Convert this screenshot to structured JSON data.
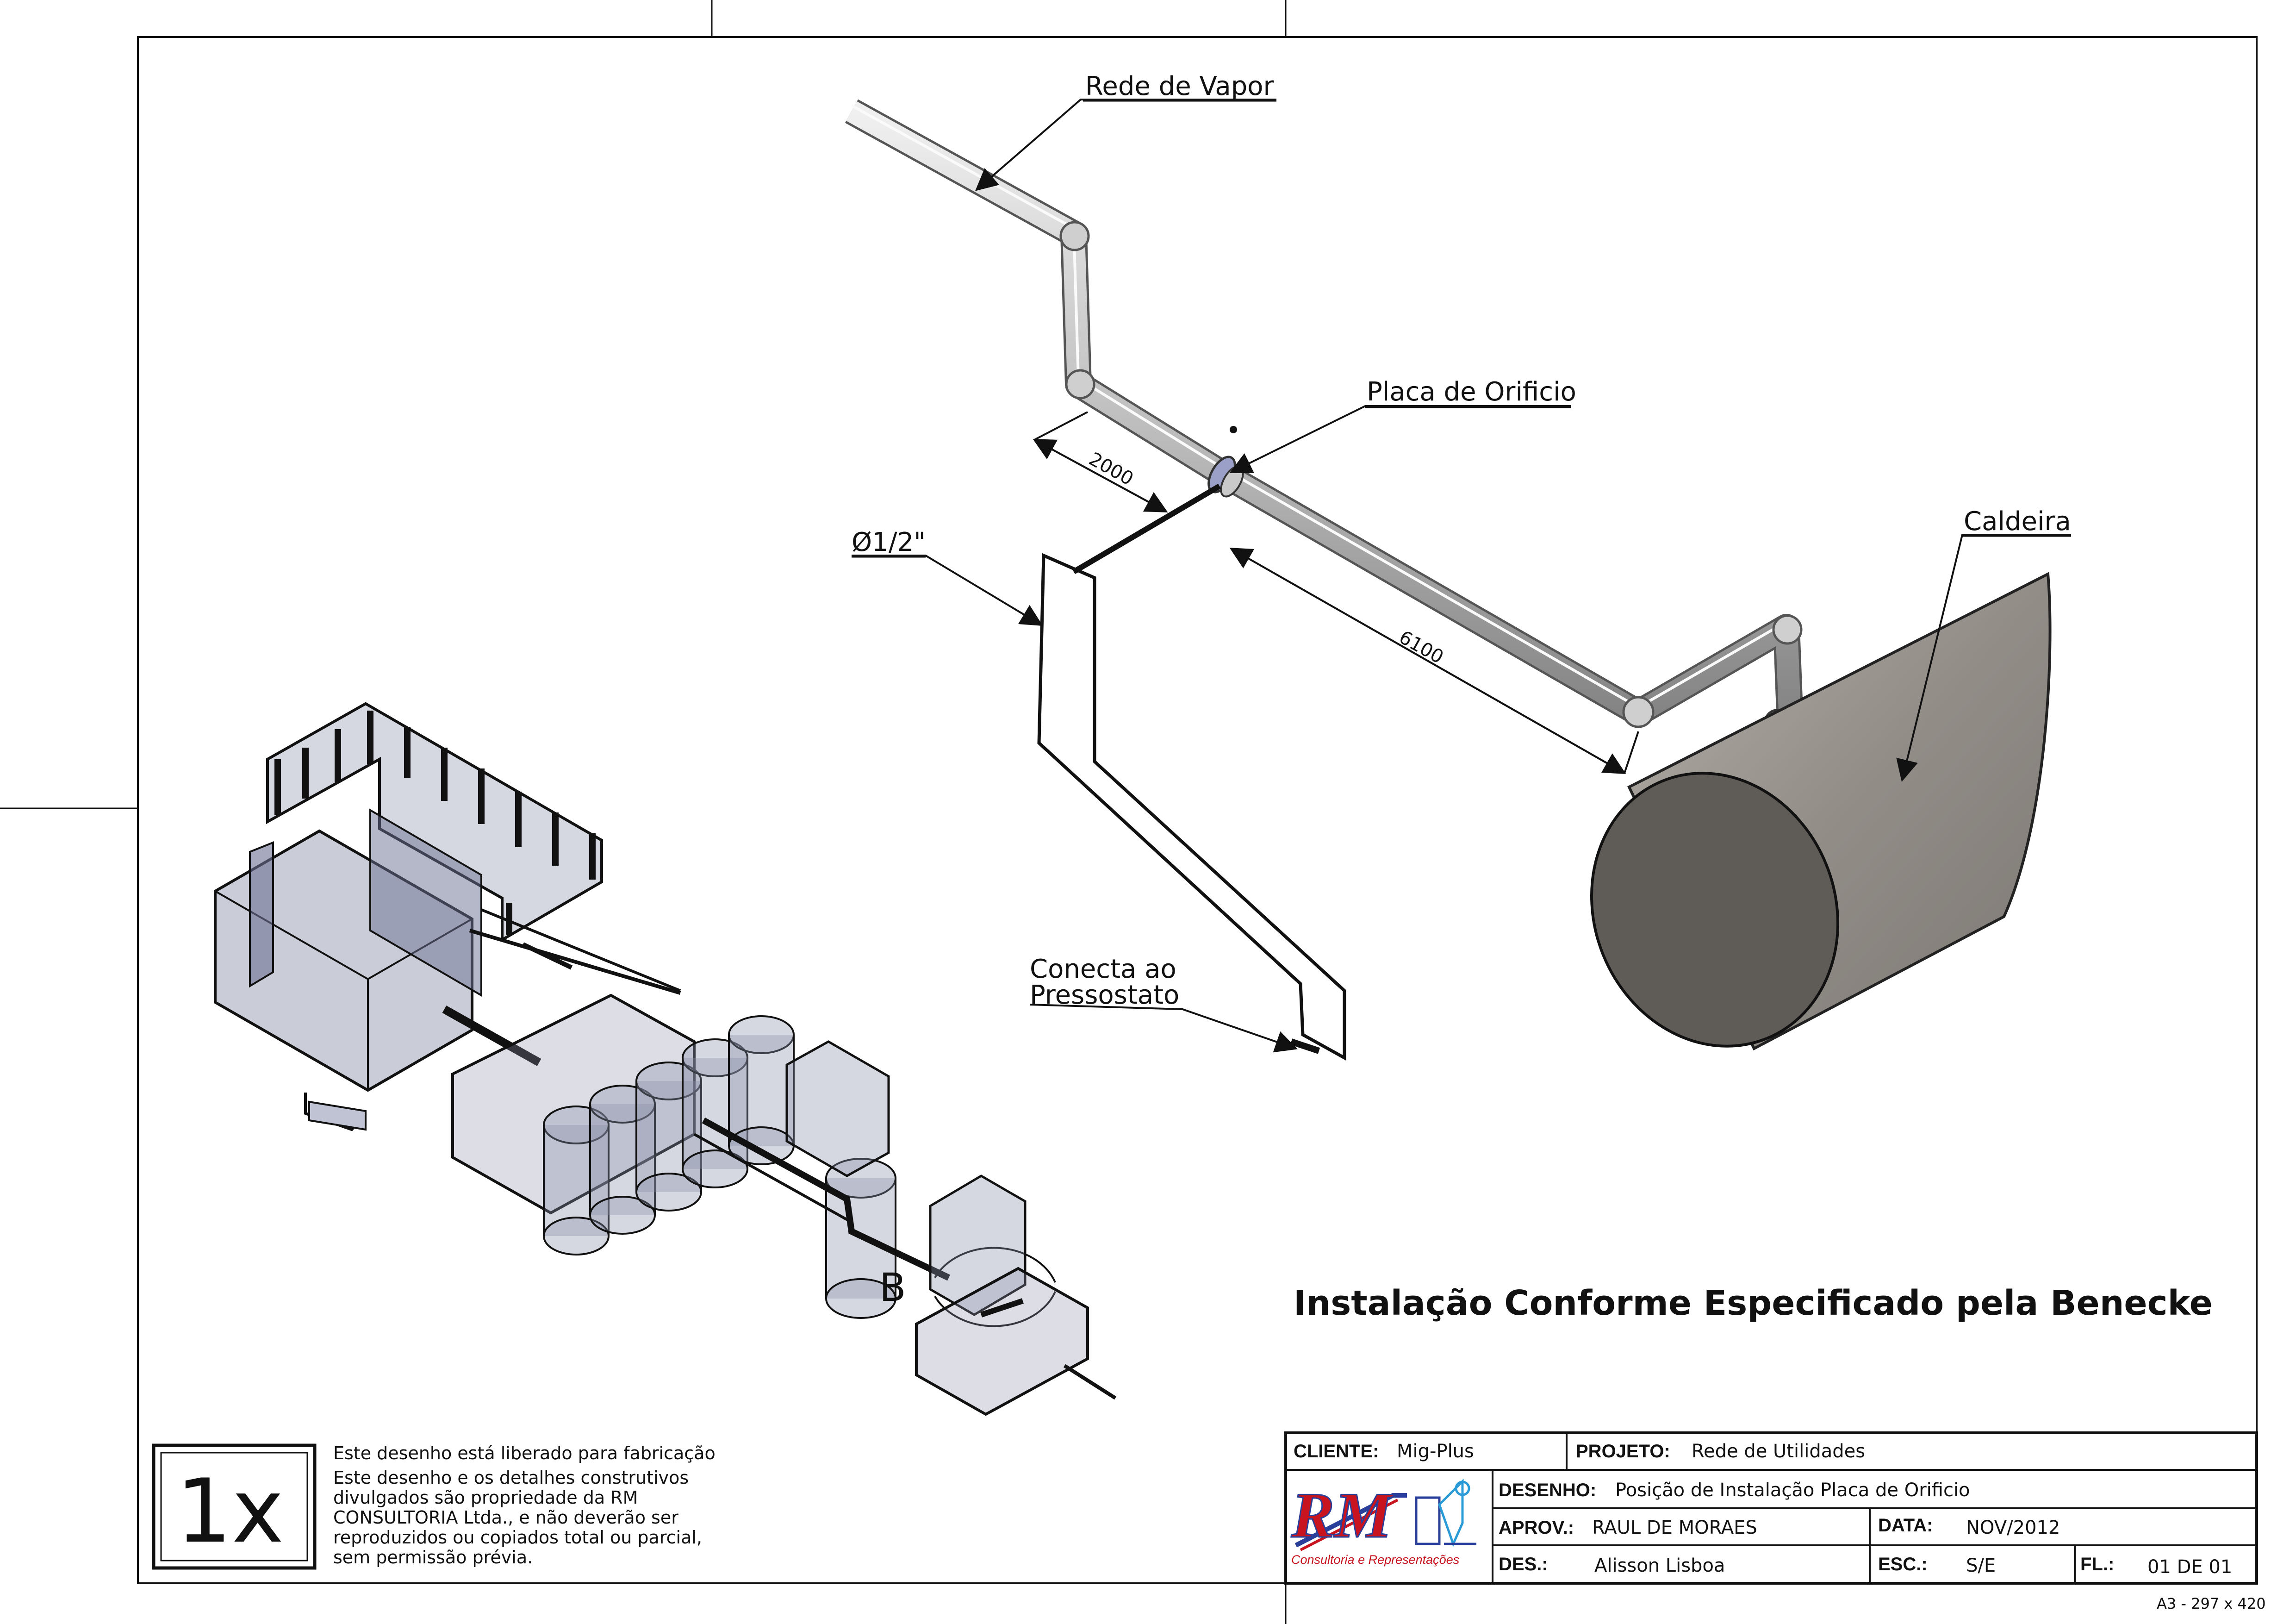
{
  "callouts": {
    "steam_network": "Rede de Vapor",
    "orifice_plate": "Placa de Orificio",
    "boiler": "Caldeira",
    "diameter": "Ø1/2\"",
    "connects_line1": "Conecta ao",
    "connects_line2": "Pressostato",
    "detail": "B"
  },
  "dimensions": {
    "d1": "2000",
    "d2": "6100"
  },
  "main_title": "Instalação Conforme Especificado pela Benecke",
  "release_stamp": "1x",
  "notes": [
    "Este desenho está liberado para fabricação",
    "Este desenho e os detalhes construtivos",
    "divulgados são propriedade da RM",
    "CONSULTORIA Ltda., e não deverão ser",
    "reproduzidos ou copiados total ou parcial,",
    "sem permissão prévia."
  ],
  "title_block": {
    "client_label": "CLIENTE:",
    "client": "Mig-Plus",
    "project_label": "PROJETO:",
    "project": "Rede de Utilidades",
    "drawing_label": "DESENHO:",
    "drawing": "Posição de Instalação Placa de Orificio",
    "approved_label": "APROV.:",
    "approved": "RAUL DE MORAES",
    "date_label": "DATA:",
    "date": "NOV/2012",
    "drawn_label": "DES.:",
    "drawn": "Alisson Lisboa",
    "scale_label": "ESC.:",
    "scale": "S/E",
    "sheet_label": "FL.:",
    "sheet": "01 DE 01",
    "logo_text": "RM",
    "logo_caption": "Consultoria e Representações"
  },
  "paper_size": "A3 - 297 x 420",
  "colors": {
    "logo_red": "#c8141e",
    "logo_blue": "#2a3f9a",
    "boiler": "#8f8a84",
    "tank_fill": "#8a8fa8"
  }
}
